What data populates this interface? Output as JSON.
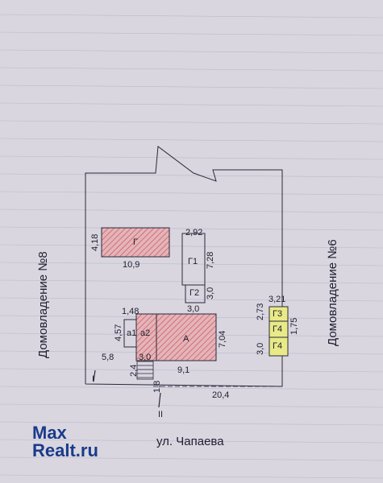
{
  "neighbors": {
    "left": "Домовладение №8",
    "right": "Домовладение №6"
  },
  "street": "ул. Чапаева",
  "buildings": {
    "G": {
      "label": "Г",
      "width": "10,9",
      "height": "4,18"
    },
    "G1": {
      "label": "Г1",
      "width": "2,92",
      "height": "7,28"
    },
    "G2": {
      "label": "Г2",
      "height": "3,0"
    },
    "A": {
      "label": "А",
      "width": "9,1",
      "height": "7,04"
    },
    "a1": {
      "label": "а1",
      "width": "1,48",
      "height": "4,57"
    },
    "a2": {
      "label": "а2"
    },
    "G3": {
      "label": "Г3",
      "width": "3,21",
      "height": "2,73"
    },
    "G4a": {
      "label": "Г4"
    },
    "G4b": {
      "label": "Г4",
      "height": "3,0"
    }
  },
  "dimensions": {
    "above_A": "3,0",
    "left_gap": "5,8",
    "porch_w": "3,0",
    "porch_h": "2,4",
    "porch_step": "1,8",
    "front_fence": "20,4",
    "right_gap": "1,75"
  },
  "marks": {
    "section1": "I",
    "section2": "II"
  },
  "watermark": {
    "line1": "Max",
    "line2": "Realt.ru"
  },
  "colors": {
    "hatch": "#d8898f",
    "yellow": "#e9ea87",
    "line": "#2a2a3a",
    "grid": "#b8b4c8"
  }
}
